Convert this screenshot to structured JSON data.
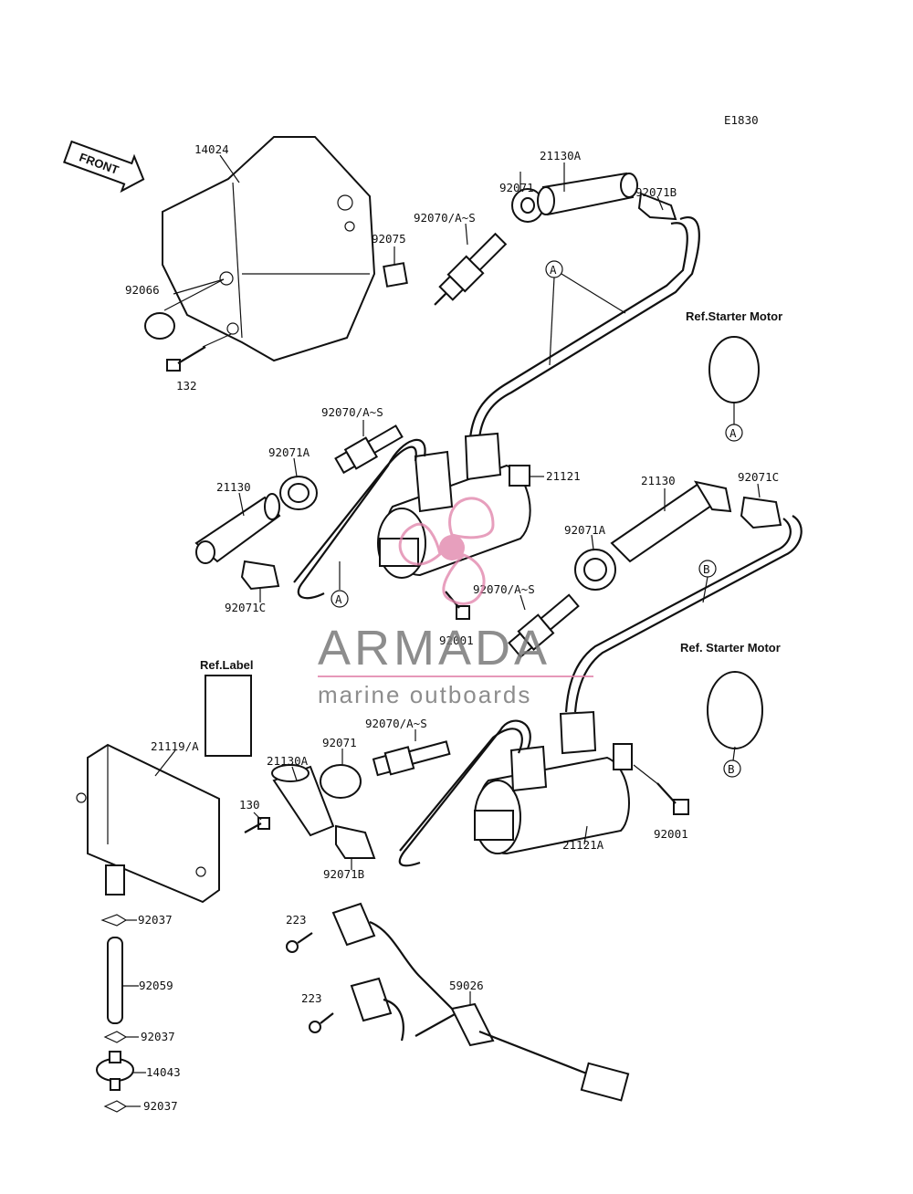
{
  "diagram_code": "E1830",
  "front_arrow": "FRONT",
  "labels": {
    "p14024": "14024",
    "p92066": "92066",
    "p132": "132",
    "p92075": "92075",
    "p92070a": "92070/A~S",
    "p92071": "92071",
    "p21130A_top": "21130A",
    "p92071B_top": "92071B",
    "ref_starter_1": "Ref.Starter Motor",
    "ref_starter_2": "Ref. Starter Motor",
    "p92070b": "92070/A~S",
    "p92071A_left": "92071A",
    "p21130_left": "21130",
    "p92071C_left": "92071C",
    "p21121": "21121",
    "p21130_right": "21130",
    "p92071C_right": "92071C",
    "p92071A_right": "92071A",
    "p92070c": "92070/A~S",
    "p92001_mid": "92001",
    "ref_label": "Ref.Label",
    "p21119A": "21119/A",
    "p92070d": "92070/A~S",
    "p92071_low": "92071",
    "p21130A_low": "21130A",
    "p130": "130",
    "p92071B_low": "92071B",
    "p21121A": "21121A",
    "p92001_right": "92001",
    "p92037_a": "92037",
    "p92059": "92059",
    "p92037_b": "92037",
    "p14043": "14043",
    "p92037_c": "92037",
    "p223_a": "223",
    "p223_b": "223",
    "p59026": "59026",
    "circle_A": "A",
    "circle_B": "B"
  },
  "watermark": {
    "brand": "ARMADA",
    "tagline": "marine outboards",
    "accent": "#e07fa8"
  }
}
